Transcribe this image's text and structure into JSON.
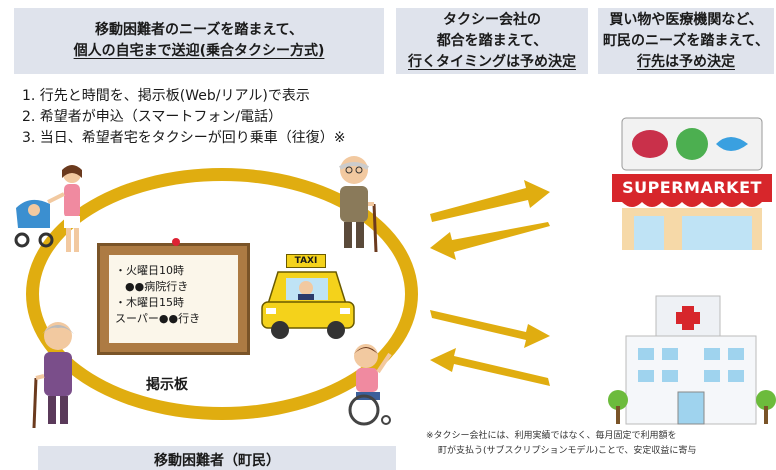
{
  "headers": {
    "left": {
      "line1": "移動困難者のニーズを踏まえて、",
      "line2": "個人の自宅まで送迎(乗合タクシー方式)"
    },
    "middle": {
      "line1": "タクシー会社の",
      "line2": "都合を踏まえて、",
      "line3": "行くタイミングは予め決定"
    },
    "right": {
      "line1": "買い物や医療機関など、",
      "line2": "町民のニーズを踏まえて、",
      "line3": "行先は予め決定"
    }
  },
  "steps": [
    "1. 行先と時間を、掲示板(Web/リアル)で表示",
    "2. 希望者が申込（スマートフォン/電話）",
    "3. 当日、希望者宅をタクシーが回り乗車（往復）※"
  ],
  "board": {
    "line1": "・火曜日10時",
    "line2": "●●病院行き",
    "line3": "・木曜日15時",
    "line4": "スーパー●●行き",
    "label": "掲示板"
  },
  "taxi_sign": "TAXI",
  "supermarket_sign": "SUPERMARKET",
  "footer_label": "移動困難者（町民）",
  "note": {
    "line1": "※タクシー会社には、利用実績ではなく、毎月固定で利用額を",
    "line2": "町が支払う(サブスクリプションモデル)ことで、安定収益に寄与"
  },
  "colors": {
    "header_bg": "#dfe3ec",
    "ring": "#e0ad10",
    "arrow": "#e0ad10",
    "store_red": "#d7262b"
  },
  "icons": [
    "mother-stroller-icon",
    "elderly-man-cane-icon",
    "elderly-woman-cane-icon",
    "taxi-icon",
    "wheelchair-user-icon",
    "supermarket-icon",
    "hospital-icon"
  ]
}
